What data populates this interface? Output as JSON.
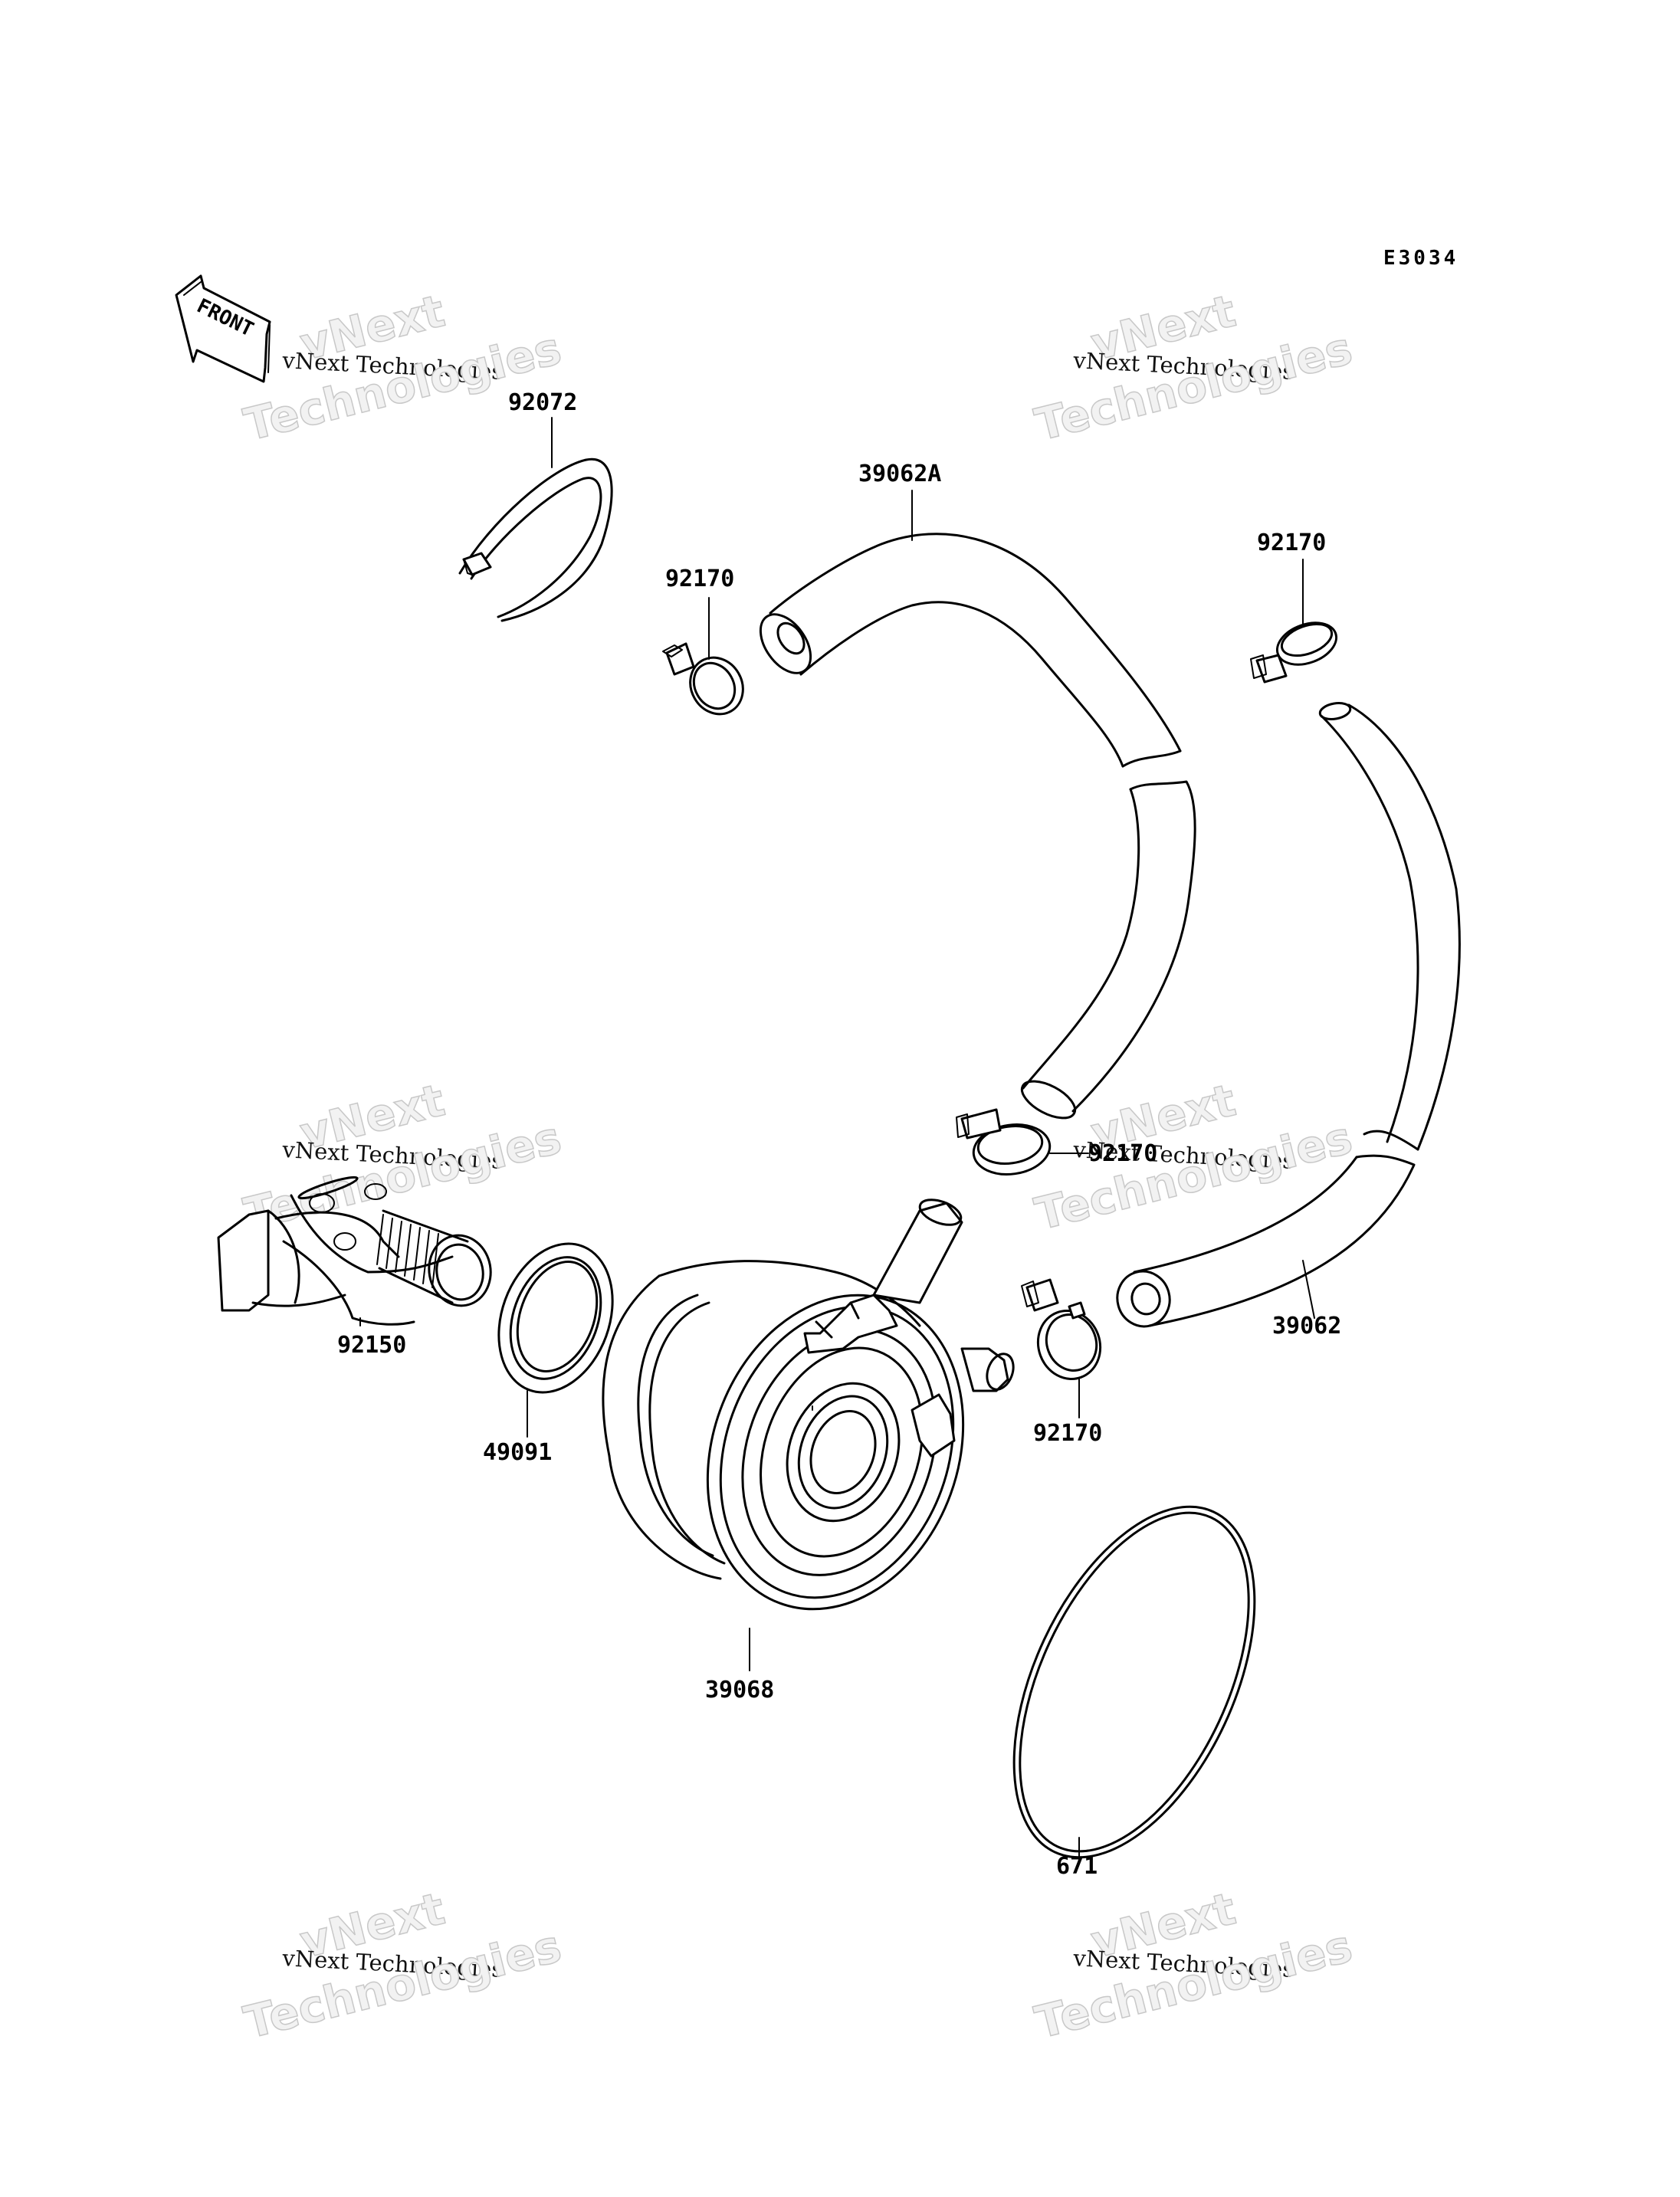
{
  "diagram_code": "E3034",
  "front_label": "FRONT",
  "watermark": {
    "line1": "vNext",
    "line2": "vNext Technologies",
    "line3": "Technologies"
  },
  "parts": {
    "clamp_band": "92072",
    "hose_a": "39062A",
    "hose_clamp_1": "92170",
    "hose_clamp_2": "92170",
    "hose_clamp_3": "92170",
    "hose_clamp_4": "92170",
    "hose": "39062",
    "union_bolt": "92150",
    "washer": "49091",
    "oil_cooler": "39068",
    "o_ring": "671"
  }
}
